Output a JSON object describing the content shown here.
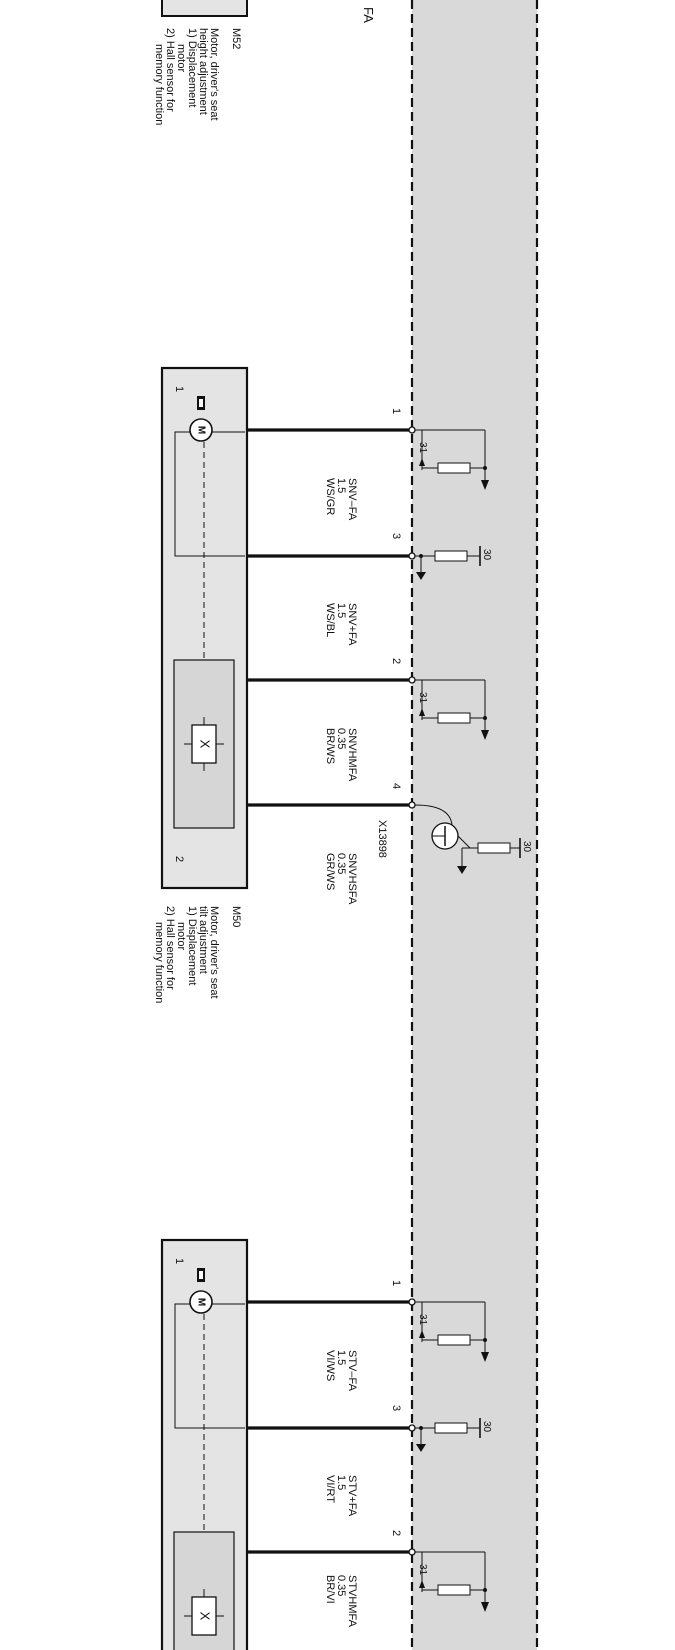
{
  "components": [
    {
      "id": "M52",
      "code": "M52",
      "description": [
        "Motor, driver's seat",
        "height adjustment",
        "1) Displacement",
        "motor",
        "2) Hall sensor for",
        "memory function"
      ]
    },
    {
      "id": "M50",
      "code": "M50",
      "description": [
        "Motor, driver's seat",
        "tilt adjustment",
        "1) Displacement",
        "motor",
        "2) Hall sensor for",
        "memory function"
      ],
      "motor_symbol": "M",
      "sensor_symbol": "X",
      "marker_1": "1",
      "marker_2": "2",
      "pins": [
        {
          "pin": "1",
          "signal": "SNV–FA",
          "gauge": "1.5",
          "color": "WS/GR",
          "ground": "31"
        },
        {
          "pin": "3",
          "signal": "SNV+FA",
          "gauge": "1.5",
          "color": "WS/BL",
          "ground": "30"
        },
        {
          "pin": "2",
          "signal": "SNVHMFA",
          "gauge": "0.35",
          "color": "BR/WS",
          "ground": "31"
        },
        {
          "pin": "4",
          "signal": "SNVHSFA",
          "gauge": "0.35",
          "color": "GR/WS",
          "ground": "30",
          "connector": "X13898"
        }
      ]
    },
    {
      "id": "third",
      "motor_symbol": "M",
      "sensor_symbol": "X",
      "marker_1": "1",
      "pins": [
        {
          "pin": "1",
          "signal": "STV–FA",
          "gauge": "1.5",
          "color": "VI/WS",
          "ground": "31"
        },
        {
          "pin": "3",
          "signal": "STV+FA",
          "gauge": "1.5",
          "color": "VI/RT",
          "ground": "30"
        },
        {
          "pin": "2",
          "signal": "STVHMFA",
          "gauge": "0.35",
          "color": "BR/VI",
          "ground": "31"
        }
      ]
    }
  ],
  "top_fragment": "FA",
  "colors": {
    "module_fill": "#d9d9d9",
    "component_fill": "#e4e4e4",
    "line": "#111111"
  }
}
